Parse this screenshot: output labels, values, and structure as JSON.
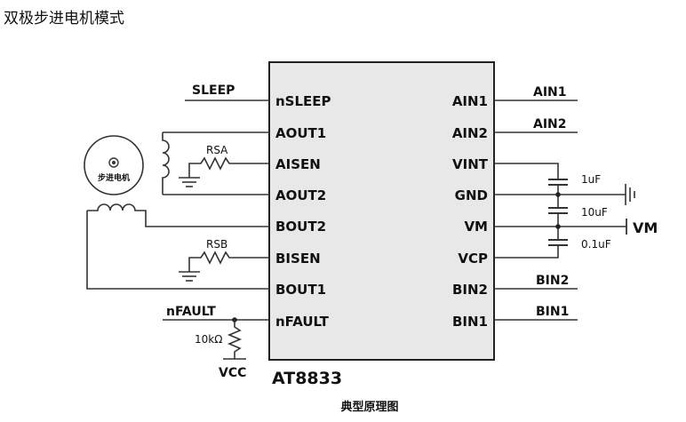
{
  "title": "双极步进电机模式",
  "caption": "典型原理图",
  "chip": {
    "name": "AT8833",
    "left_pins": [
      "nSLEEP",
      "AOUT1",
      "AISEN",
      "AOUT2",
      "BOUT2",
      "BISEN",
      "BOUT1",
      "nFAULT"
    ],
    "right_pins": [
      "AIN1",
      "AIN2",
      "VINT",
      "GND",
      "VM",
      "VCP",
      "BIN2",
      "BIN1"
    ]
  },
  "nets": {
    "sleep": "SLEEP",
    "nfault": "nFAULT",
    "vcc": "VCC",
    "ain1": "AIN1",
    "ain2": "AIN2",
    "bin2": "BIN2",
    "bin1": "BIN1",
    "vm": "VM"
  },
  "components": {
    "rsa": "RSA",
    "rsb": "RSB",
    "pullup": "10kΩ",
    "motor": "步进电机",
    "cap1": "1uF",
    "cap2": "10uF",
    "cap3": "0.1uF"
  }
}
